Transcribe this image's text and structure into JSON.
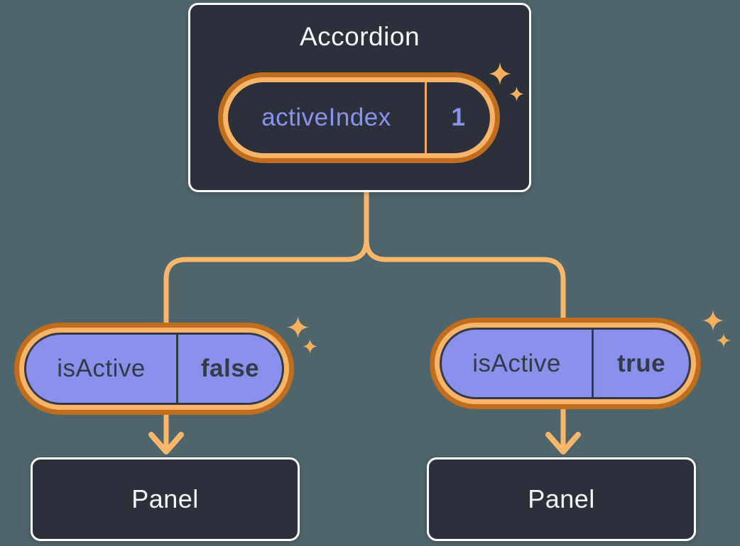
{
  "diagram": {
    "kind": "component-tree",
    "description": "Accordion component passing state down to two Panels"
  },
  "colors": {
    "bg": "#4f656c",
    "card-bg": "#2b303b",
    "card-border": "#ffffff",
    "text-light": "#f5f7fa",
    "purple-text": "#8a91ee",
    "purple-fill": "#8a90ec",
    "ink-dark": "#343a46",
    "orange-dark": "#c16d1e",
    "orange-light": "#f8b569",
    "connector": "#f9b76c",
    "sparkle": "#f6b05c",
    "pill-divider-orange": "#f0a95e"
  },
  "icons": {
    "sparkle": "four-point-star"
  },
  "accordion": {
    "title": "Accordion",
    "state": {
      "label": "activeIndex",
      "value": "1"
    }
  },
  "children": [
    {
      "state": {
        "label": "isActive",
        "value": "false"
      },
      "panel": "Panel"
    },
    {
      "state": {
        "label": "isActive",
        "value": "true"
      },
      "panel": "Panel"
    }
  ]
}
